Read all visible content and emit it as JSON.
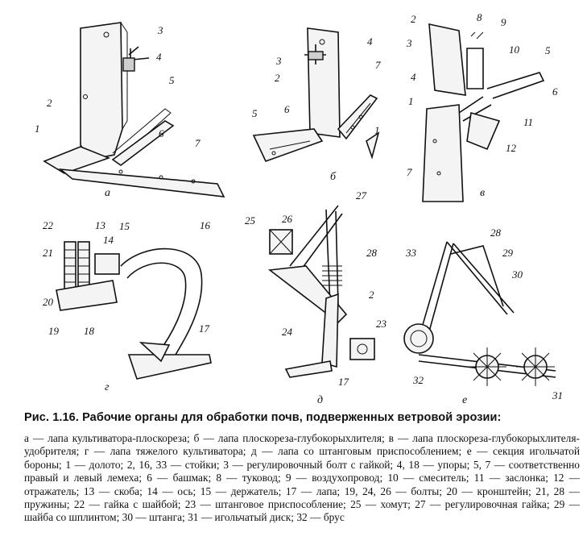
{
  "figure": {
    "sublabels": [
      "а",
      "б",
      "в",
      "г",
      "д",
      "е"
    ],
    "panel_a": {
      "callouts": [
        "3",
        "4",
        "5",
        "6",
        "7",
        "1",
        "2"
      ]
    },
    "panel_b": {
      "callouts": [
        "4",
        "3",
        "2",
        "7",
        "5",
        "6",
        "1"
      ]
    },
    "panel_v": {
      "callouts": [
        "2",
        "8",
        "9",
        "3",
        "10",
        "5",
        "4",
        "6",
        "1",
        "11",
        "12",
        "7"
      ]
    },
    "panel_g": {
      "callouts": [
        "22",
        "13",
        "14",
        "15",
        "16",
        "21",
        "20",
        "19",
        "18",
        "17"
      ]
    },
    "panel_d": {
      "callouts": [
        "27",
        "25",
        "26",
        "28",
        "2",
        "23",
        "24",
        "17"
      ]
    },
    "panel_e": {
      "callouts": [
        "28",
        "33",
        "29",
        "30",
        "32",
        "31"
      ]
    }
  },
  "caption": {
    "title": "Рис. 1.16. Рабочие органы для обработки почв, подверженных ветровой эрозии:",
    "text": "а — лапа культиватора-плоскореза; б — лапа плоскореза-глубокорыхлителя; в — лапа плоскореза-глубокорыхлителя-удобрителя; г — лапа тяжелого культиватора; д — лапа со штанговым приспособлением; е — секция игольчатой бороны; 1 — долото; 2, 16, 33 — стойки; 3 — регулировочный болт с гайкой; 4, 18 — упоры; 5, 7 — соответственно правый и левый лемеха; 6 — башмак; 8 — туковод; 9 — воздухопровод; 10 — смеситель; 11 — заслонка; 12 — отражатель; 13 — скоба; 14 — ось; 15 — держатель; 17 — лапа; 19, 24, 26 — болты; 20 — кронштейн; 21, 28 — пружины; 22 — гайка с шайбой; 23 — штанговое приспособление; 25 — хомут; 27 — регулировочная гайка; 29 — шайба со шплинтом; 30 — штанга; 31 — игольчатый диск; 32 — брус"
  }
}
